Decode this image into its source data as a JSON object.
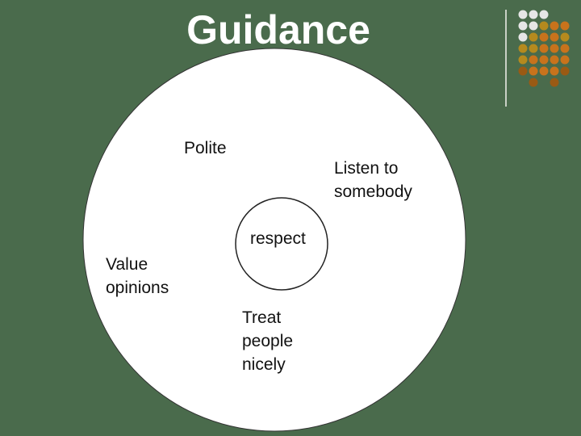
{
  "slide": {
    "title": "Guidance"
  },
  "colors": {
    "background": "#4a6b4c",
    "circle_fill": "#ffffff",
    "text": "#111111",
    "dot_white": "#e6e6e6",
    "dot_gold": "#b58a1e",
    "dot_orange": "#c8731c",
    "dot_brown": "#9a5a14"
  },
  "diagram": {
    "center": "respect",
    "terms": {
      "polite": "Polite",
      "listen_line1": "Listen to",
      "listen_line2": "somebody",
      "value_line1": "Value",
      "value_line2": "opinions",
      "treat_line1": "Treat",
      "treat_line2": "people",
      "treat_line3": "nicely"
    }
  }
}
